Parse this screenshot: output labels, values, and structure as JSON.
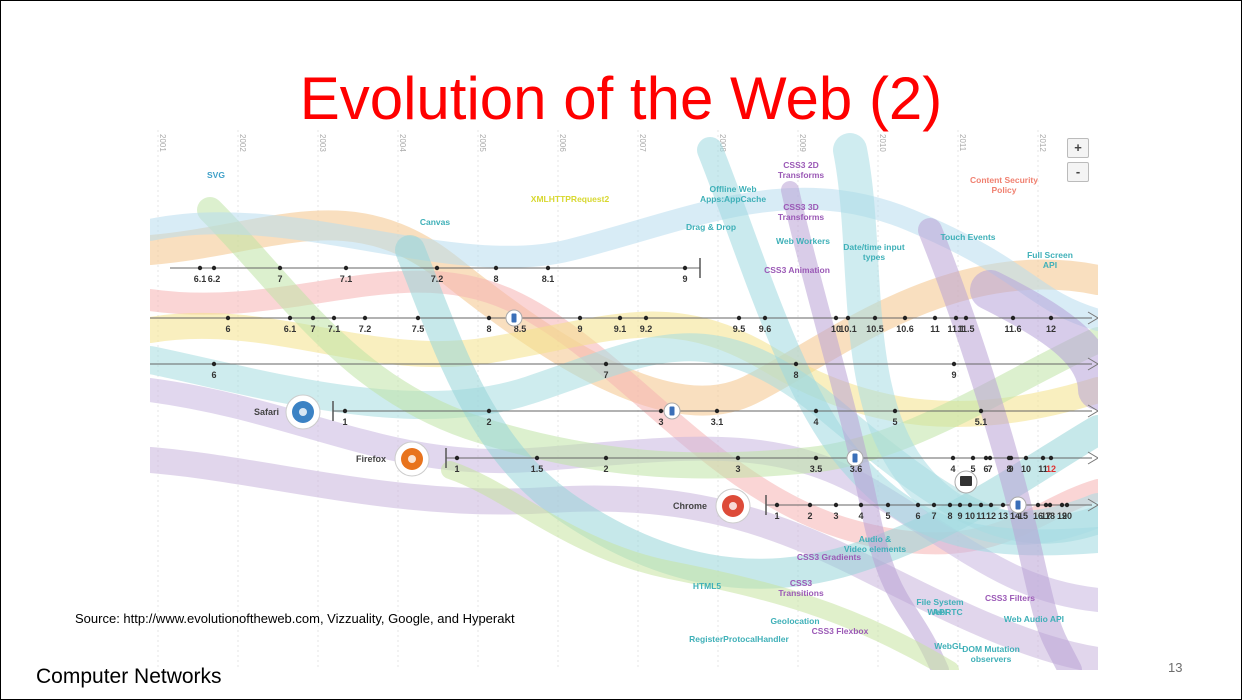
{
  "slide": {
    "title": "Evolution of the Web (2)",
    "source": "Source: http://www.evolutionoftheweb.com, Vizzuality, Google, and Hyperakt",
    "footer": "Computer Networks",
    "page_number": "13",
    "title_color": "#ff0000"
  },
  "zoom": {
    "plus": "+",
    "minus": "-"
  },
  "viz": {
    "years": [
      "2001",
      "2002",
      "2003",
      "2004",
      "2005",
      "2006",
      "2007",
      "2008",
      "2009",
      "2010",
      "2011",
      "2012"
    ],
    "browsers": [
      {
        "name": "",
        "versions": [
          "6.1",
          "6.2",
          "7",
          "7.1",
          "7.2",
          "8",
          "8.1",
          "9"
        ]
      },
      {
        "name": "",
        "versions": [
          "6",
          "6.1",
          "7",
          "7.1",
          "7.2",
          "7.5",
          "8",
          "8.5",
          "9",
          "9.1",
          "9.2",
          "9.5",
          "9.6",
          "10",
          "10.1",
          "10.5",
          "10.6",
          "11",
          "11.1",
          "11.5",
          "11.6",
          "12"
        ]
      },
      {
        "name": "",
        "versions": [
          "6",
          "7",
          "8",
          "9"
        ]
      },
      {
        "name": "Safari",
        "versions": [
          "1",
          "2",
          "3",
          "3.1",
          "4",
          "5",
          "5.1"
        ]
      },
      {
        "name": "Firefox",
        "versions": [
          "1",
          "1.5",
          "2",
          "3",
          "3.5",
          "3.6",
          "4",
          "5",
          "6",
          "7",
          "8",
          "9",
          "10",
          "11",
          "12",
          "13"
        ]
      },
      {
        "name": "Chrome",
        "versions": [
          "1",
          "2",
          "3",
          "4",
          "5",
          "6",
          "7",
          "8",
          "9",
          "10",
          "11",
          "12",
          "13",
          "14",
          "15",
          "16",
          "17",
          "18",
          "19",
          "20"
        ]
      }
    ],
    "features": [
      {
        "label": "SVG",
        "color": "#3fa0c8"
      },
      {
        "label": "XMLHTTPRequest2",
        "color": "#d8d830"
      },
      {
        "label": "Canvas",
        "color": "#3fb0b8"
      },
      {
        "label": "Offline Web Apps:AppCache",
        "color": "#3fb0b8"
      },
      {
        "label": "Drag & Drop",
        "color": "#3fb0b8"
      },
      {
        "label": "CSS3 2D Transforms",
        "color": "#9b59b6"
      },
      {
        "label": "CSS3 3D Transforms",
        "color": "#9b59b6"
      },
      {
        "label": "Web Workers",
        "color": "#3fb0b8"
      },
      {
        "label": "CSS3 Animation",
        "color": "#9b59b6"
      },
      {
        "label": "Date/time input types",
        "color": "#3fb0b8"
      },
      {
        "label": "Content Security Policy",
        "color": "#f08070"
      },
      {
        "label": "Touch Events",
        "color": "#3fb0b8"
      },
      {
        "label": "Full Screen API",
        "color": "#3fb0b8"
      },
      {
        "label": "Audio & Video elements",
        "color": "#3fb0b8"
      },
      {
        "label": "CSS3 Gradients",
        "color": "#9b59b6"
      },
      {
        "label": "HTML5",
        "color": "#3fb0b8"
      },
      {
        "label": "CSS3 Transitions",
        "color": "#9b59b6"
      },
      {
        "label": "Geolocation",
        "color": "#3fb0b8"
      },
      {
        "label": "CSS3 Flexbox",
        "color": "#9b59b6"
      },
      {
        "label": "RegisterProtocalHandler",
        "color": "#3fb0b8"
      },
      {
        "label": "File System API",
        "color": "#3fb0b8"
      },
      {
        "label": "WebRTC",
        "color": "#3fb0b8"
      },
      {
        "label": "CSS3 Filters",
        "color": "#9b59b6"
      },
      {
        "label": "Web Audio API",
        "color": "#3fb0b8"
      },
      {
        "label": "WebGL",
        "color": "#3fb0b8"
      },
      {
        "label": "DOM Mutation observers",
        "color": "#3fb0b8"
      }
    ]
  }
}
